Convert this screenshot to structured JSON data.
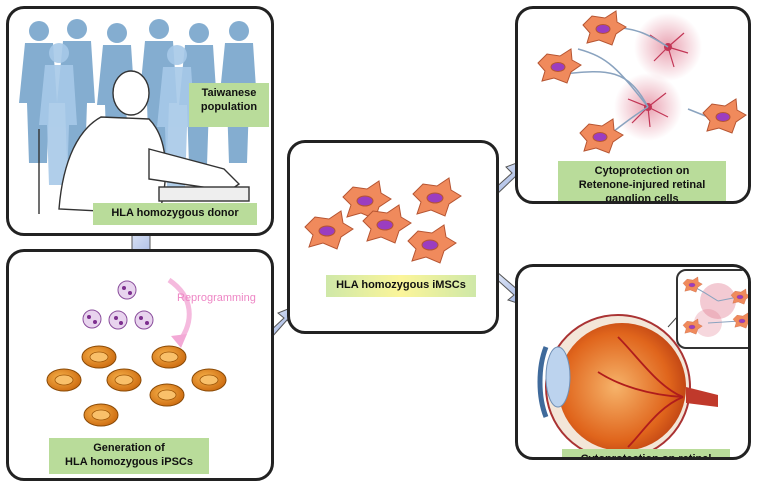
{
  "panels": {
    "donor": {
      "population_label": "Taiwanese\npopulation",
      "donor_label": "HLA homozygous donor"
    },
    "ipsc": {
      "reprogramming_label": "Reprogramming",
      "generation_label": "Generation of\nHLA homozygous iPSCs"
    },
    "imsc": {
      "label": "HLA homozygous iMSCs"
    },
    "invitro": {
      "label": "Cytoprotection on\nRetenone-injured retinal\nganglion cells"
    },
    "invivo": {
      "label": "Cytoprotection on retinal\nganglion cells in vivo"
    }
  },
  "colors": {
    "silhouette": "#6f9fc8",
    "msc_cell": "#f08a5c",
    "msc_nucleus": "#9b3dc0",
    "ipsc_cell": "#e88a1a",
    "arrow_fill": "#b9c7ea",
    "label_bg": "#b9dc9a",
    "neuron_glow": "#e07a90"
  }
}
